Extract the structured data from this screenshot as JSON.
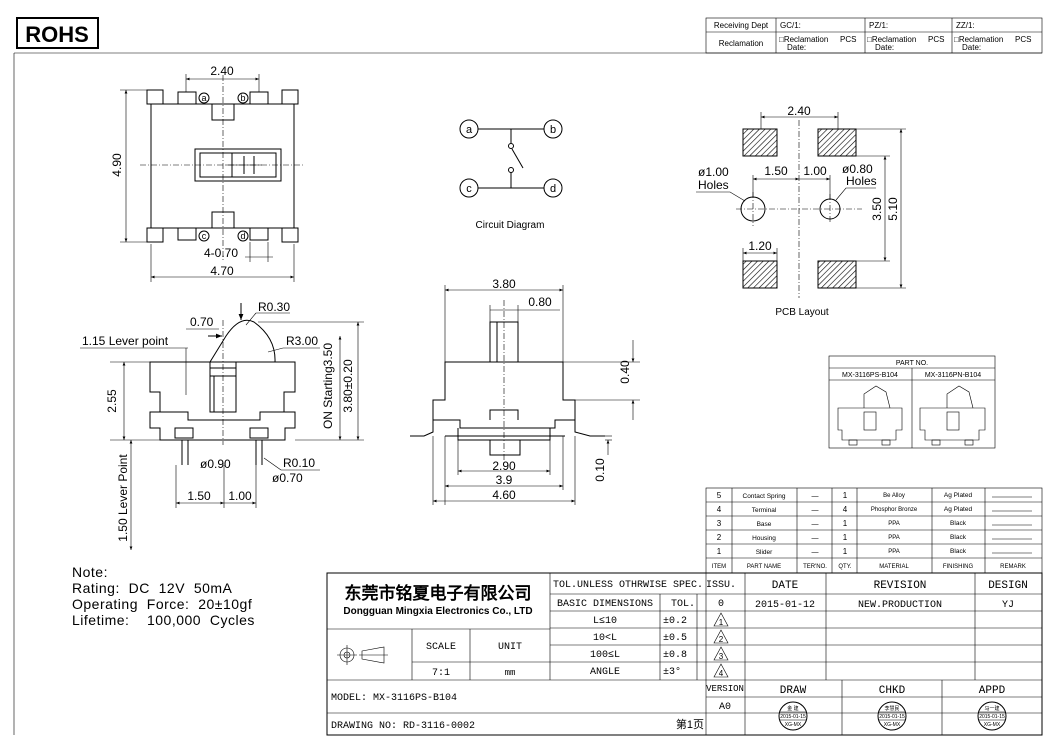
{
  "rohs": "ROHS",
  "receiving": {
    "receiving_dept": "Receiving Dept",
    "reclamation": "Reclamation",
    "gc": "GC/1:",
    "pz": "PZ/1:",
    "zz": "ZZ/1:",
    "recl_label": "□Reclamation",
    "pcs": "PCS",
    "date": "Date:"
  },
  "top_view": {
    "dim_width_top": "2.40",
    "dim_height": "4.90",
    "dim_pitch": "4-0.70",
    "dim_width_bottom": "4.70",
    "pin_a": "a",
    "pin_b": "b",
    "pin_c": "c",
    "pin_d": "d"
  },
  "circuit": {
    "title": "Circuit Diagram",
    "a": "a",
    "b": "b",
    "c": "c",
    "d": "d"
  },
  "pcb": {
    "title": "PCB Layout",
    "dim_240": "2.40",
    "dim_150": "1.50",
    "dim_100": "1.00",
    "dim_120": "1.20",
    "dim_350": "3.50",
    "dim_510": "5.10",
    "hole1_dia": "ø1.00",
    "hole1_label": "Holes",
    "hole2_dia": "ø0.80",
    "hole2_label": "Holes"
  },
  "side_view": {
    "r030": "R0.30",
    "d070": "0.70",
    "lever_point_115": "1.15 Lever point",
    "r300": "R3.00",
    "on_starting": "ON Starting3.50",
    "d380": "3.80±0.20",
    "d255": "2.55",
    "lever_point_150": "1.50 Lever Point",
    "d090": "ø0.90",
    "r010": "R0.10",
    "d070b": "ø0.70",
    "d150": "1.50",
    "d100": "1.00"
  },
  "front_view": {
    "d380": "3.80",
    "d080": "0.80",
    "d040": "0.40",
    "d290": "2.90",
    "d39": "3.9",
    "d460": "4.60",
    "d010": "0.10"
  },
  "part_no": {
    "title": "PART NO.",
    "col1": "MX-3116PS-B104",
    "col2": "MX-3116PN-B104"
  },
  "bom": {
    "headers": [
      "ITEM",
      "PART NAME",
      "TER'NO.",
      "QTY.",
      "MATERIAL",
      "FINISHING",
      "REMARK"
    ],
    "rows": [
      {
        "item": "5",
        "name": "Contact Spring",
        "ter": "—",
        "qty": "1",
        "material": "Be Alloy",
        "finishing": "Ag Plated"
      },
      {
        "item": "4",
        "name": "Terminal",
        "ter": "—",
        "qty": "4",
        "material": "Phosphor Bronze",
        "finishing": "Ag Plated"
      },
      {
        "item": "3",
        "name": "Base",
        "ter": "—",
        "qty": "1",
        "material": "PPA",
        "finishing": "Black"
      },
      {
        "item": "2",
        "name": "Housing",
        "ter": "—",
        "qty": "1",
        "material": "PPA",
        "finishing": "Black"
      },
      {
        "item": "1",
        "name": "Slider",
        "ter": "—",
        "qty": "1",
        "material": "PPA",
        "finishing": "Black"
      }
    ]
  },
  "title_block": {
    "company_cn": "东莞市铭夏电子有限公司",
    "company_en": "Dongguan Mingxia Electronics Co., LTD",
    "tol_header": "TOL.UNLESS OTHRWISE SPEC.",
    "basic_dims": "BASIC DIMENSIONS",
    "tol": "TOL.",
    "tol_rows": [
      {
        "range": "L≤10",
        "tol": "±0.2"
      },
      {
        "range": "10<L",
        "tol": "±0.5"
      },
      {
        "range": "100≤L",
        "tol": "±0.8"
      },
      {
        "range": "ANGLE",
        "tol": "±3°"
      }
    ],
    "issu": "ISSU.",
    "issu_val": "0",
    "rev_marks": [
      "1",
      "2",
      "3",
      "4"
    ],
    "date_label": "DATE",
    "date_val": "2015-01-12",
    "revision_label": "REVISION",
    "revision_val": "NEW.PRODUCTION",
    "design_label": "DESIGN",
    "design_val": "YJ",
    "scale_label": "SCALE",
    "unit_label": "UNIT",
    "scale_val": "7:1",
    "unit_val": "mm",
    "version_label": "VERSION",
    "version_val": "A0",
    "draw": "DRAW",
    "chkd": "CHKD",
    "appd": "APPD",
    "model": "MODEL:  MX-3116PS-B104",
    "drawing_no": "DRAWING NO:  RD-3116-0002",
    "page": "第1页"
  },
  "note": {
    "title": "Note:",
    "rating": "Rating:  DC  12V  50mA",
    "force": "Operating  Force:  20±10gf",
    "lifetime": "Lifetime:    100,000  Cycles"
  },
  "stamps": [
    {
      "top": "金  建",
      "date": "2015-01-15",
      "bottom": "XG-MX"
    },
    {
      "top": "李慧民",
      "date": "2015-01-15",
      "bottom": "XG-MX"
    },
    {
      "top": "马一建",
      "date": "2015-01-15",
      "bottom": "XG-MX"
    }
  ]
}
